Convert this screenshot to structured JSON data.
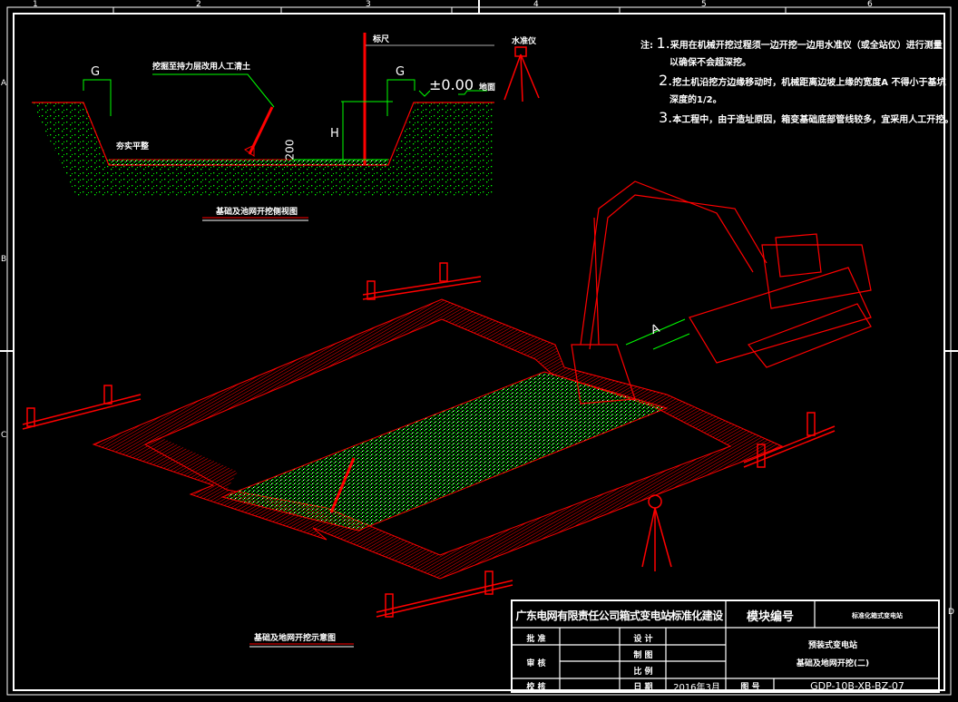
{
  "ruler": {
    "columns": [
      "1",
      "2",
      "3",
      "4",
      "5",
      "6"
    ],
    "rows": [
      "A",
      "B",
      "C",
      "D"
    ]
  },
  "section_view": {
    "title": "基础及池网开挖侧视图",
    "label_manual": "挖掘至持力层改用人工清土",
    "label_compact": "夯实平整",
    "label_staff": "标尺",
    "label_level": "水准仪",
    "label_ground": "地面",
    "elevation": "±0.00",
    "dim_g_left": "G",
    "dim_g_right": "G",
    "dim_h": "H",
    "dim_200": "200"
  },
  "notes": {
    "prefix": "注:",
    "items": [
      {
        "num": "1.",
        "line1": "采用在机械开挖过程须一边开挖一边用水准仪（或全站仪）进行测量",
        "line2": "以确保不会超深挖。"
      },
      {
        "num": "2.",
        "line1": "挖土机沿挖方边缘移动时，机械距离边坡上缘的宽度A 不得小于基坑",
        "line2": "深度的1/2。"
      },
      {
        "num": "3.",
        "line1": "本工程中，由于造址原因，箱变基础底部管线较多，宜采用人工开挖。",
        "line2": ""
      }
    ]
  },
  "iso_view": {
    "title": "基础及地网开挖示意图",
    "dim_a": "A"
  },
  "title_block": {
    "company": "广东电网有限责任公司箱式变电站标准化建设",
    "module_label": "模块编号",
    "module_value": "标准化箱式变电站",
    "approve": "批 准",
    "review": "审 核",
    "check": "校 核",
    "design": "设 计",
    "draw": "制 图",
    "scale": "比 例",
    "date_label": "日 期",
    "date_value": "2016年3月",
    "drawing_name_1": "预装式变电站",
    "drawing_name_2": "基础及地网开挖(二)",
    "drawing_no_label": "图 号",
    "drawing_no": "GDP-10B-XB-BZ-07"
  },
  "colors": {
    "line": "#ff0000",
    "dim": "#00ff00",
    "text": "#ffffff",
    "bg": "#000000"
  }
}
